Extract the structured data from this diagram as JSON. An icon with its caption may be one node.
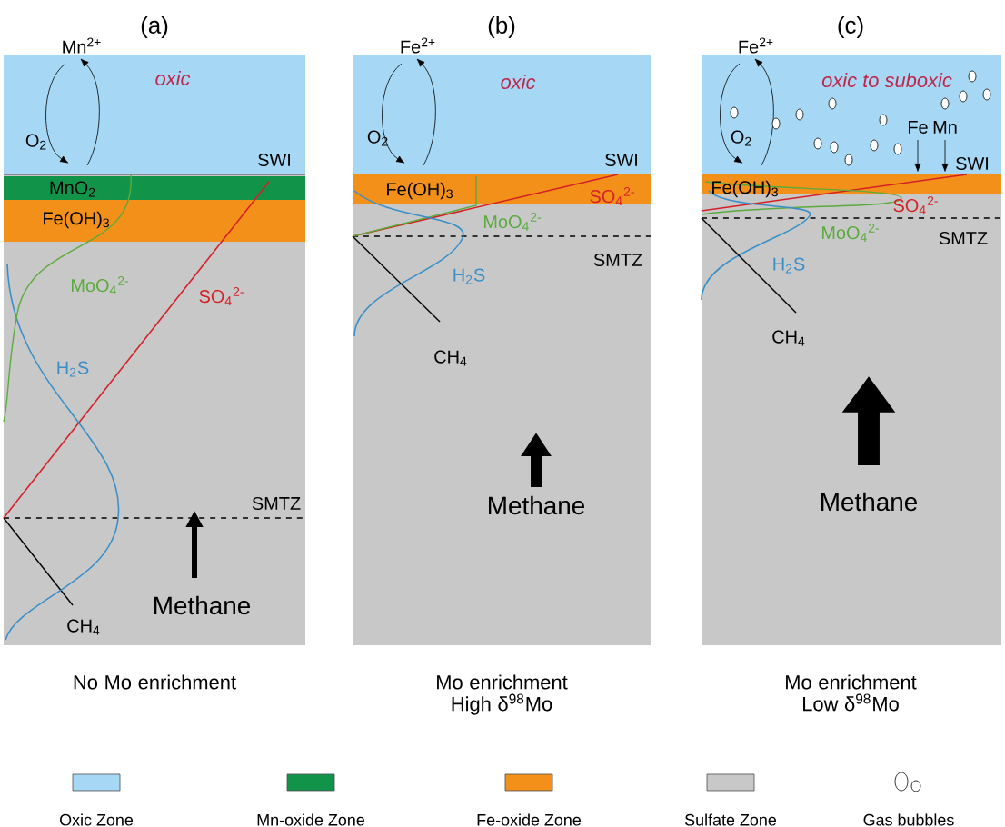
{
  "diagram": {
    "nodes": [
      {
        "text": [
          "(a)"
        ],
        "beside": [
          "No Mo enrichment"
        ]
      },
      {
        "text": [
          "(b)"
        ],
        "beside": [
          "Mo enrichment High δ$^{98}$Mo"
        ]
      },
      {
        "text": [
          "(c)"
        ],
        "beside": [
          "Mo enrichment Low δ$^{98}$Mo"
        ]
      }
    ],
    "edges": [],
    "labels": [
      "Mn$^{2+}$",
      "oxic",
      "O$_{2}$",
      "SWI",
      "MnO$_{2}$",
      "Fe(OH)$_{3}$",
      "MoO$_{4}$$^{2-}$",
      "SO$_{4}$$^{2-}$",
      "H$_{2}$S",
      "SMTZ",
      "Methane",
      "CH$_{4}$",
      "Fe$^{2+}$",
      "oxic",
      "O$_{2}$",
      "SWI",
      "Fe(OH)$_{3}$",
      "SO$_{4}$$^{2-}$",
      "MoO$_{4}$$^{2-}$",
      "SMTZ",
      "H$_{2}$S",
      "CH$_{4}$",
      "Methane",
      "Fe$^{2+}$",
      "oxic to suboxic",
      "Fe",
      "Mn",
      "O$_{2}$",
      "SWI",
      "Fe(OH)$_{3}$",
      "SO$_{4}$$^{2-}$",
      "MoO$_{4}$$^{2-}$",
      "SMTZ",
      "H$_{2}$S",
      "CH$_{4}$",
      "Methane"
    ],
    "legend": [
      {
        "text": "Oxic Zone",
        "color": "#a6d8f5"
      },
      {
        "text": "Mn-oxide Zone",
        "color": "#12934a"
      },
      {
        "text": "Fe-oxide Zone",
        "color": "#f39019"
      },
      {
        "text": "Sulfate Zone",
        "color": "#c8c8c8"
      },
      {
        "text": "Gas bubbles"
      }
    ]
  }
}
